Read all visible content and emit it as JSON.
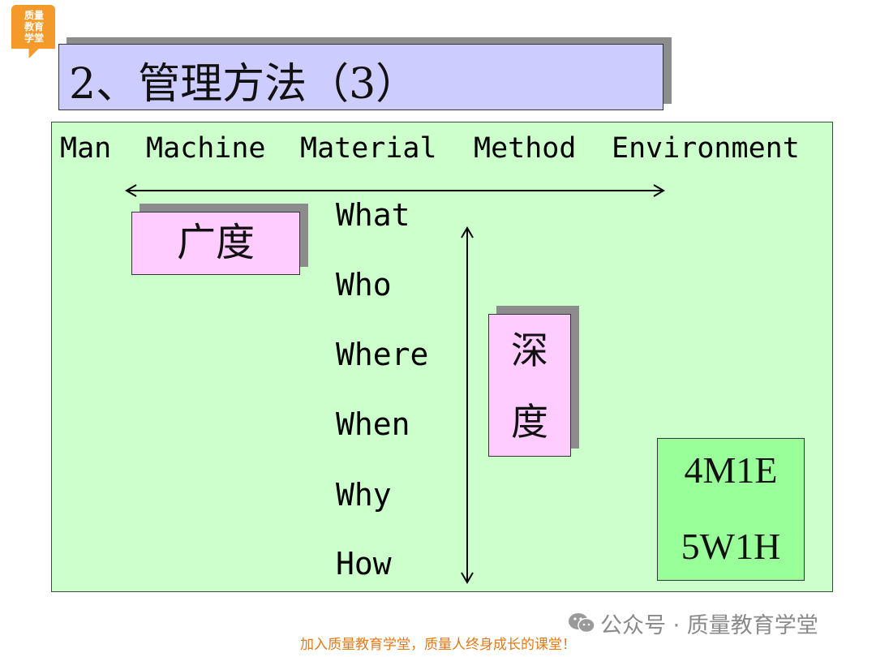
{
  "logo": {
    "text": "质量\n教育\n学堂"
  },
  "title": "2、管理方法（3）",
  "categories": [
    "Man",
    "Machine",
    "Material",
    "Method",
    "Environment"
  ],
  "questions": [
    "What",
    "Who",
    "Where",
    "When",
    "Why",
    "How"
  ],
  "labels": {
    "breadth": "广度",
    "depth_1": "深",
    "depth_2": "度"
  },
  "summary": {
    "line1": "4M1E",
    "line2": "5W1H"
  },
  "footer": {
    "wechat_text": "公众号 · 质量教育学堂",
    "slogan": "加入质量教育学堂，质量人终身成长的课堂！"
  },
  "colors": {
    "title_bg": "#ccccff",
    "panel_bg": "#ccffcc",
    "pink_box": "#ffccff",
    "green_box": "#99ff99",
    "logo": "#f39a2b",
    "slogan": "#e07a1a"
  }
}
